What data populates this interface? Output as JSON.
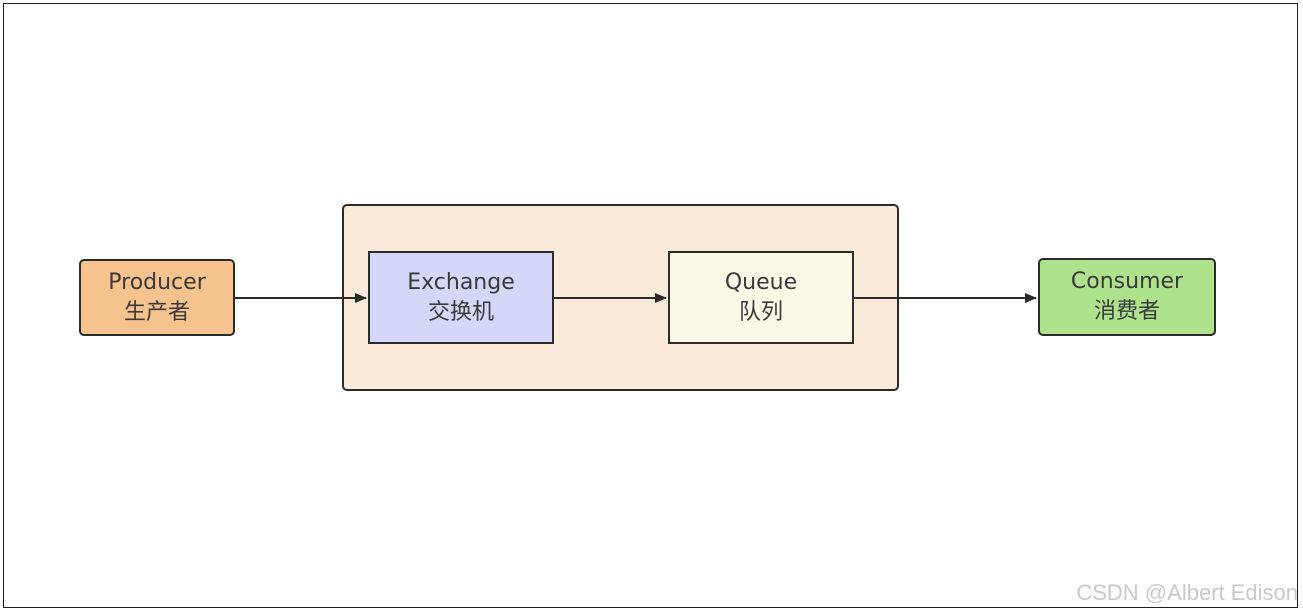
{
  "colors": {
    "producer_fill": "#f6c28d",
    "container_fill": "#fbe9da",
    "exchange_fill": "#d4d7f7",
    "queue_fill": "#fcf8e8",
    "consumer_fill": "#aee28c",
    "stroke": "#2b2b2b"
  },
  "nodes": {
    "producer": {
      "line1": "Producer",
      "line2": "生产者"
    },
    "exchange": {
      "line1": "Exchange",
      "line2": "交换机"
    },
    "queue": {
      "line1": "Queue",
      "line2": "队列"
    },
    "consumer": {
      "line1": "Consumer",
      "line2": "消费者"
    }
  },
  "edges": [
    {
      "from": "producer",
      "to": "exchange"
    },
    {
      "from": "exchange",
      "to": "queue"
    },
    {
      "from": "queue",
      "to": "consumer"
    }
  ],
  "watermark": "CSDN @Albert Edison"
}
